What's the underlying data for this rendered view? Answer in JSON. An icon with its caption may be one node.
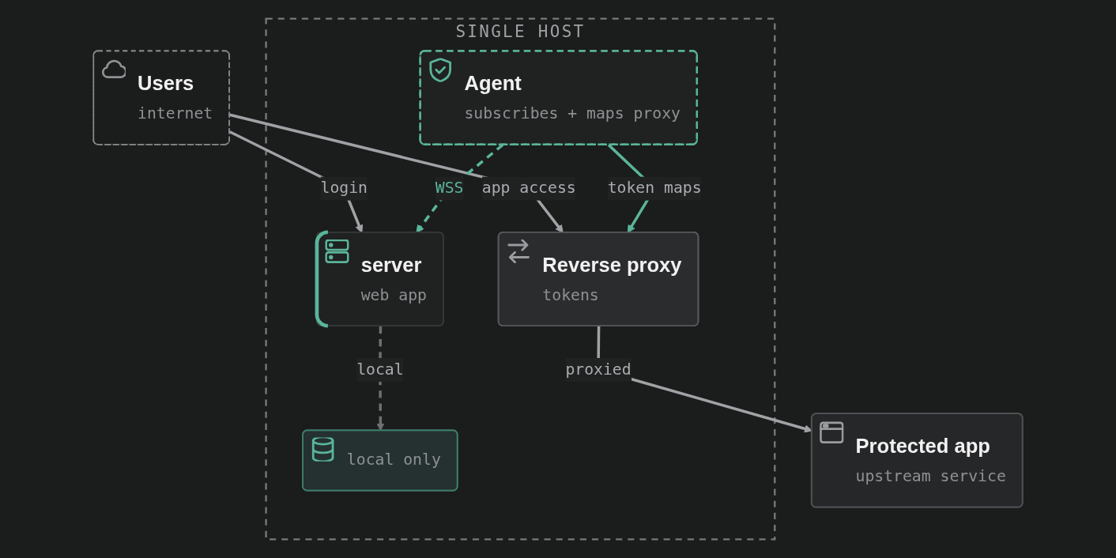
{
  "diagram": {
    "nodes": [
      {
        "text": [
          "Users",
          "internet"
        ]
      },
      {
        "text": [
          "SINGLE HOST"
        ]
      },
      {
        "text": [
          "server",
          "web app"
        ],
        "in": 1
      },
      {
        "text": [
          "Reverse proxy",
          "tokens"
        ],
        "in": 1
      },
      {
        "text": [
          "Protected app",
          "upstream service"
        ]
      },
      {
        "text": [
          "local only"
        ],
        "in": 1
      },
      {
        "text": [
          "Agent",
          "subscribes + maps proxy"
        ],
        "in": 1
      }
    ],
    "edges": [
      {
        "from": 0,
        "to": 2,
        "arrow": "to",
        "label": "login"
      },
      {
        "from": 0,
        "to": 3,
        "arrow": "to",
        "label": "app access"
      },
      {
        "from": 3,
        "to": 4,
        "arrow": "to",
        "label": "proxied"
      },
      {
        "from": 2,
        "to": 5,
        "arrow": "to",
        "label": "local",
        "style": "dashed",
        "color": "#6d7072"
      },
      {
        "from": 6,
        "to": 2,
        "arrow": "to",
        "label": "WSS",
        "style": "dashed",
        "color": "#5ab59a"
      },
      {
        "from": 6,
        "to": 3,
        "arrow": "to",
        "label": "token maps",
        "color": "#5ab59a"
      }
    ]
  }
}
